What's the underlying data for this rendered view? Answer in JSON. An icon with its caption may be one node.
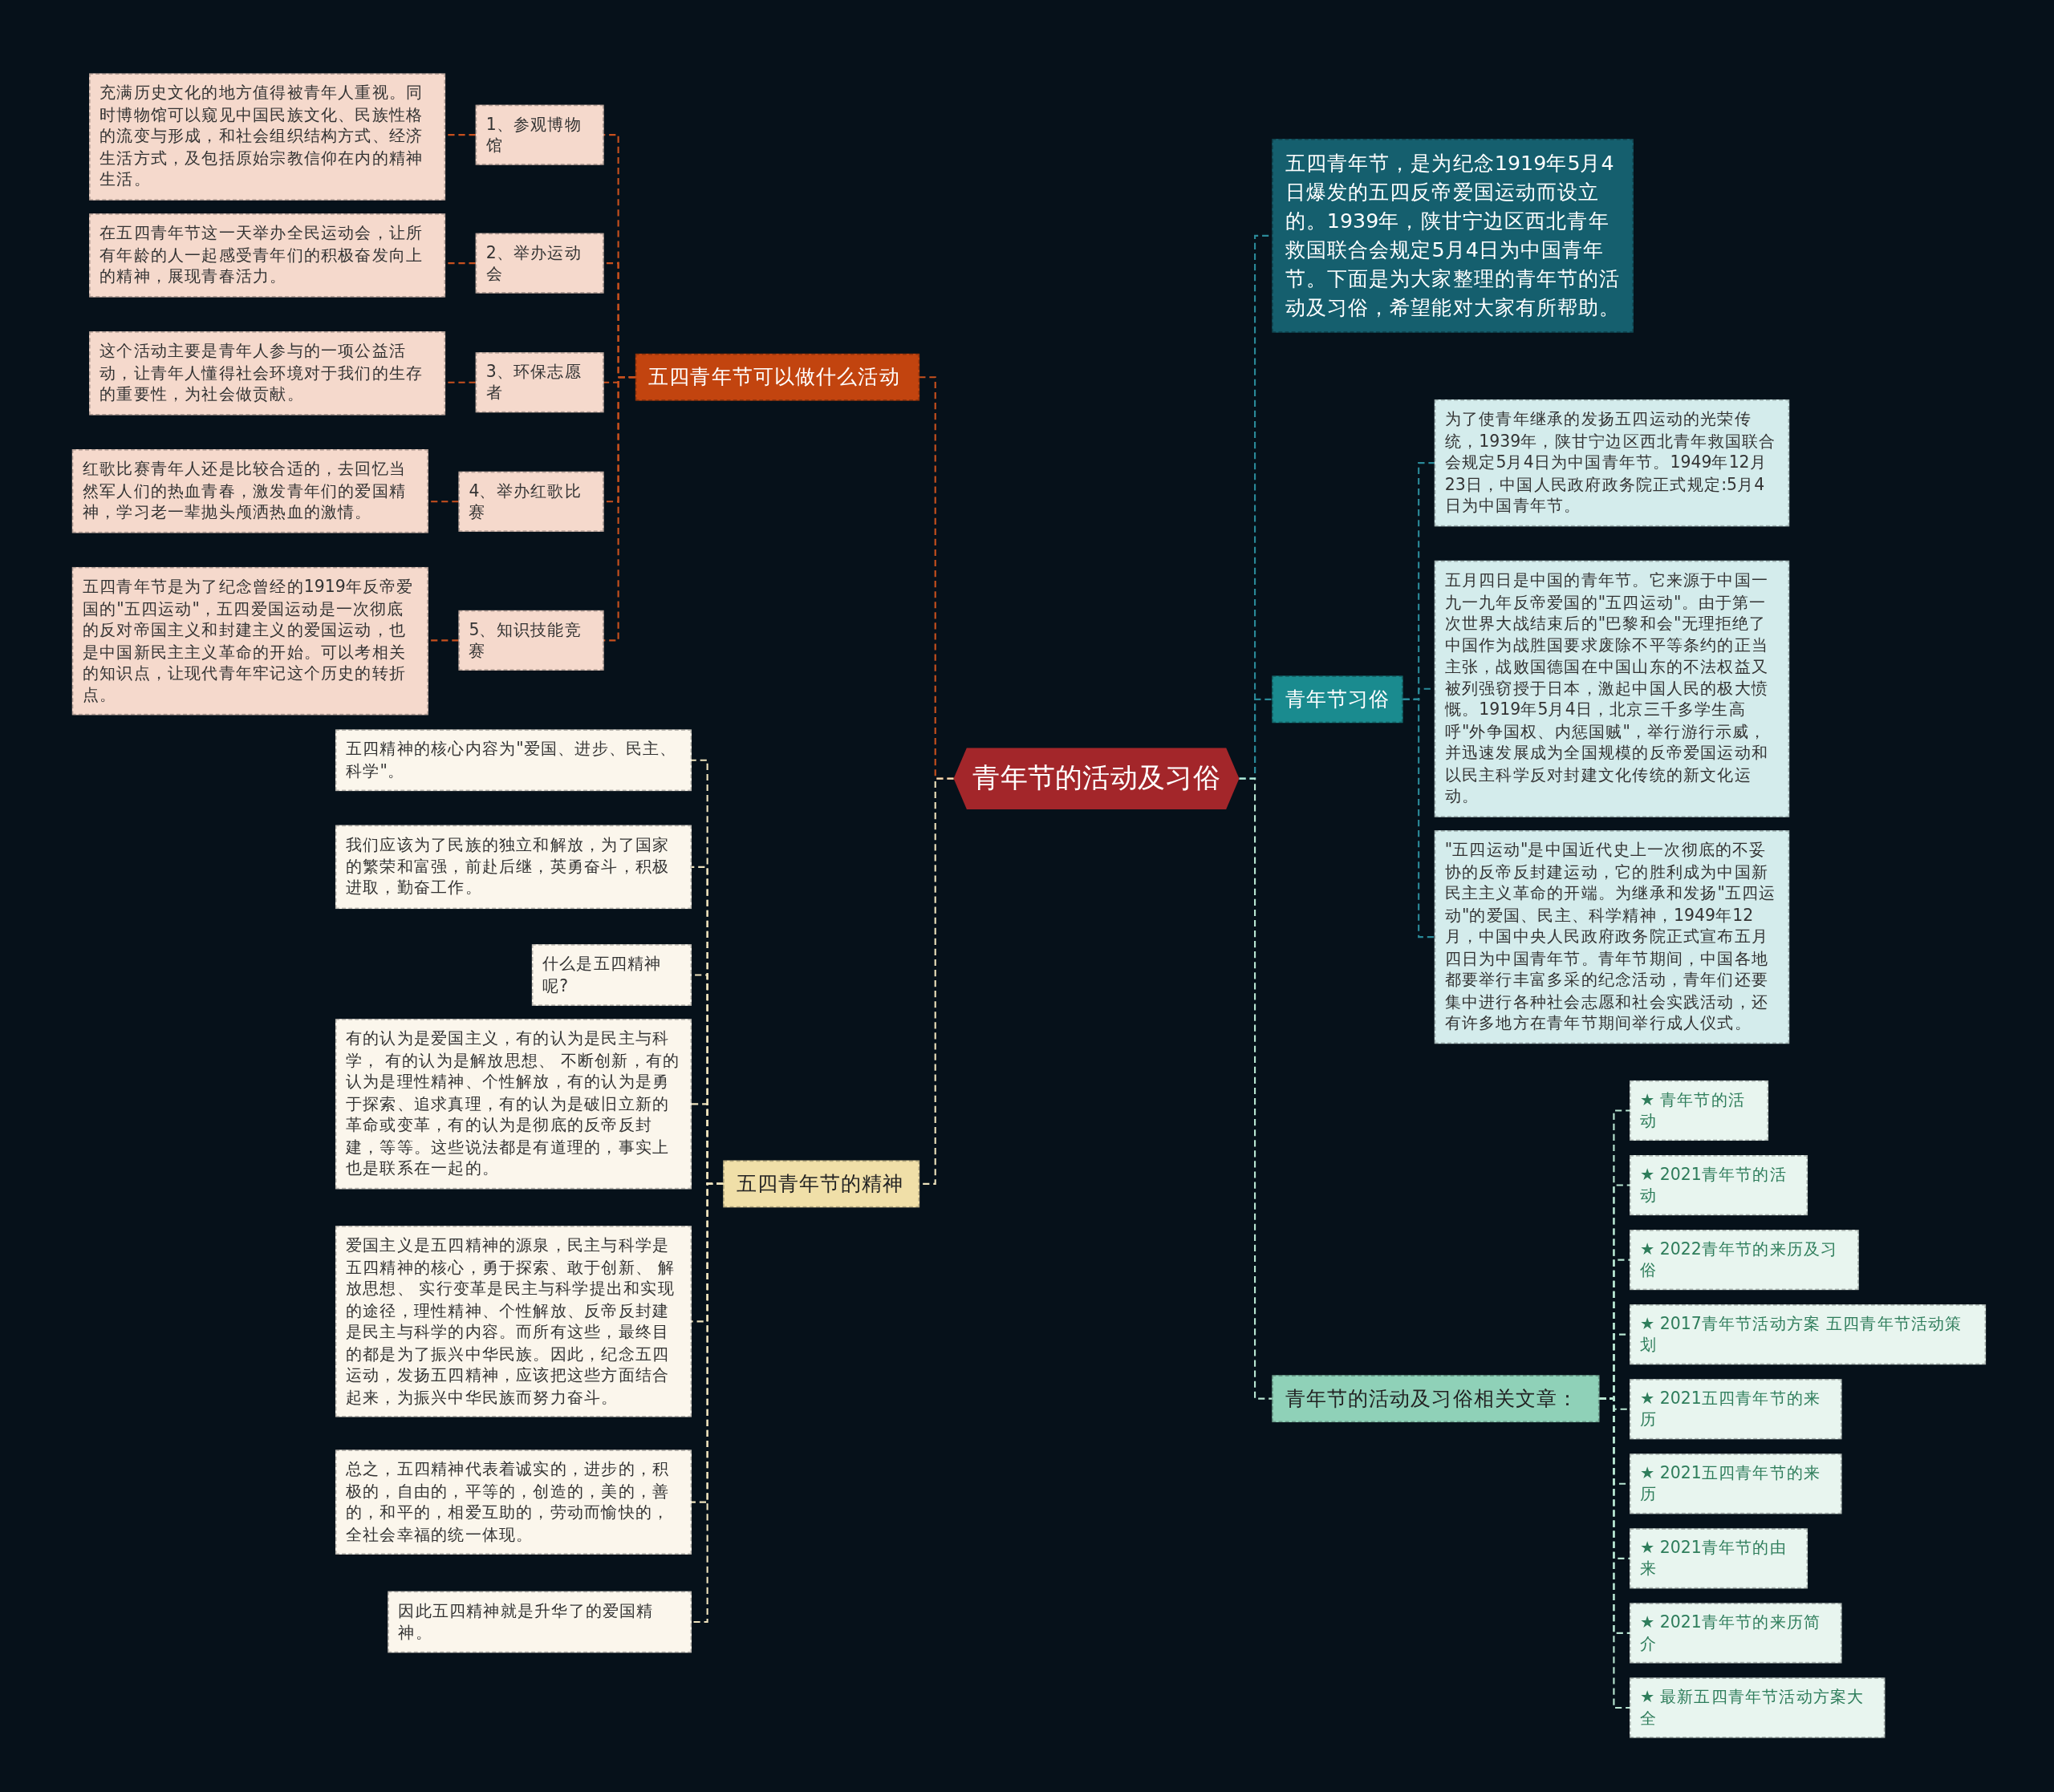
{
  "diagram": {
    "nodes": [
      {
        "text": [
          "青年节的活动及习俗"
        ]
      },
      {
        "text": [
          "五四青年节可以做什么活动"
        ]
      },
      {
        "text": [
          "1、参观博物馆"
        ]
      },
      {
        "text": [
          "充满历史文化的地方值得被青年人重视。同时博物馆可以窥见中国民族文化、民族性格的流变与形成，和社会组织结构方式、经济生活方式，及包括原始宗教信仰在内的精神生活。"
        ]
      },
      {
        "text": [
          "2、举办运动会"
        ]
      },
      {
        "text": [
          "在五四青年节这一天举办全民运动会，让所有年龄的人一起感受青年们的积极奋发向上的精神，展现青春活力。"
        ]
      },
      {
        "text": [
          "3、环保志愿者"
        ]
      },
      {
        "text": [
          "这个活动主要是青年人参与的一项公益活动，让青年人懂得社会环境对于我们的生存的重要性，为社会做贡献。"
        ]
      },
      {
        "text": [
          "4、举办红歌比赛"
        ]
      },
      {
        "text": [
          "红歌比赛青年人还是比较合适的，去回忆当然军人们的热血青春，激发青年们的爱国精神，学习老一辈抛头颅洒热血的激情。"
        ]
      },
      {
        "text": [
          "5、知识技能竞赛"
        ]
      },
      {
        "text": [
          "五四青年节是为了纪念曾经的1919年反帝爱国的\"五四运动\"，五四爱国运动是一次彻底的反对帝国主义和封建主义的爱国运动，也是中国新民主主义革命的开始。可以考相关的知识点，让现代青年牢记这个历史的转折点。"
        ]
      },
      {
        "text": [
          "五四青年节的精神"
        ]
      },
      {
        "text": [
          "五四精神的核心内容为\"爱国、进步、民主、科学\"。"
        ]
      },
      {
        "text": [
          "我们应该为了民族的独立和解放，为了国家的繁荣和富强，前赴后继，英勇奋斗，积极进取，勤奋工作。"
        ]
      },
      {
        "text": [
          "什么是五四精神呢?"
        ]
      },
      {
        "text": [
          "有的认为是爱国主义，有的认为是民主与科学， 有的认为是解放思想、 不断创新，有的认为是理性精神、个性解放，有的认为是勇于探索、追求真理，有的认为是破旧立新的革命或变革，有的认为是彻底的反帝反封建，等等。这些说法都是有道理的，事实上也是联系在一起的。"
        ]
      },
      {
        "text": [
          "爱国主义是五四精神的源泉，民主与科学是五四精神的核心，勇于探索、敢于创新、 解放思想、 实行变革是民主与科学提出和实现的途径，理性精神、个性解放、反帝反封建是民主与科学的内容。而所有这些，最终目的都是为了振兴中华民族。因此，纪念五四运动，发扬五四精神，应该把这些方面结合起来，为振兴中华民族而努力奋斗。"
        ]
      },
      {
        "text": [
          "总之，五四精神代表着诚实的，进步的，积极的，自由的，平等的，创造的，美的，善的，和平的，相爱互助的，劳动而愉快的，全社会幸福的统一体现。"
        ]
      },
      {
        "text": [
          "因此五四精神就是升华了的爱国精神。"
        ]
      },
      {
        "text": [
          "五四青年节，是为纪念1919年5月4日爆发的五四反帝爱国运动而设立的。1939年，陕甘宁边区西北青年救国联合会规定5月4日为中国青年节。下面是为大家整理的青年节的活动及习俗，希望能对大家有所帮助。"
        ]
      },
      {
        "text": [
          "青年节习俗"
        ]
      },
      {
        "text": [
          "为了使青年继承的发扬五四运动的光荣传统，1939年，陕甘宁边区西北青年救国联合会规定5月4日为中国青年节。1949年12月23日，中国人民政府政务院正式规定:5月4日为中国青年节。"
        ]
      },
      {
        "text": [
          "五月四日是中国的青年节。它来源于中国一九一九年反帝爱国的\"五四运动\"。由于第一次世界大战结束后的\"巴黎和会\"无理拒绝了中国作为战胜国要求废除不平等条约的正当主张，战败国德国在中国山东的不法权益又被列强窃授于日本，激起中国人民的极大愤慨。1919年5月4日，北京三千多学生高呼\"外争国权、内惩国贼\"，举行游行示威，并迅速发展成为全国规模的反帝爱国运动和以民主科学反对封建文化传统的新文化运动。"
        ]
      },
      {
        "text": [
          "\"五四运动\"是中国近代史上一次彻底的不妥协的反帝反封建运动，它的胜利成为中国新民主主义革命的开端。为继承和发扬\"五四运动\"的爱国、民主、科学精神，1949年12月，中国中央人民政府政务院正式宣布五月四日为中国青年节。青年节期间，中国各地都要举行丰富多采的纪念活动，青年们还要集中进行各种社会志愿和社会实践活动，还有许多地方在青年节期间举行成人仪式。"
        ]
      },
      {
        "text": [
          "青年节的活动及习俗相关文章："
        ]
      },
      {
        "text": [
          "★ 青年节的活动"
        ]
      },
      {
        "text": [
          "★ 2021青年节的活动"
        ]
      },
      {
        "text": [
          "★ 2022青年节的来历及习俗"
        ]
      },
      {
        "text": [
          "★ 2017青年节活动方案 五四青年节活动策划"
        ]
      },
      {
        "text": [
          "★ 2021五四青年节的来历"
        ]
      },
      {
        "text": [
          "★ 2021五四青年节的来历"
        ]
      },
      {
        "text": [
          "★ 2021青年节的由来"
        ]
      },
      {
        "text": [
          "★ 2021青年节的来历简介"
        ]
      },
      {
        "text": [
          "★ 最新五四青年节活动方案大全"
        ]
      }
    ],
    "edges": [
      {
        "from": 0,
        "to": 1,
        "arrow": "none",
        "color": "#c8501e"
      },
      {
        "from": 0,
        "to": 12,
        "arrow": "none",
        "color": "#efe3bd"
      },
      {
        "from": 0,
        "to": 20,
        "arrow": "none",
        "color": "#2a8a99"
      },
      {
        "from": 0,
        "to": 21,
        "arrow": "none",
        "color": "#2a8a99"
      },
      {
        "from": 0,
        "to": 25,
        "arrow": "none",
        "color": "#b8e6d2"
      },
      {
        "from": 1,
        "to": 2,
        "arrow": "none",
        "color": "#c8501e"
      },
      {
        "from": 1,
        "to": 4,
        "arrow": "none",
        "color": "#c8501e"
      },
      {
        "from": 1,
        "to": 6,
        "arrow": "none",
        "color": "#c8501e"
      },
      {
        "from": 1,
        "to": 8,
        "arrow": "none",
        "color": "#c8501e"
      },
      {
        "from": 1,
        "to": 10,
        "arrow": "none",
        "color": "#c8501e"
      },
      {
        "from": 2,
        "to": 3,
        "arrow": "none",
        "color": "#c8501e"
      },
      {
        "from": 4,
        "to": 5,
        "arrow": "none",
        "color": "#c8501e"
      },
      {
        "from": 6,
        "to": 7,
        "arrow": "none",
        "color": "#c8501e"
      },
      {
        "from": 8,
        "to": 9,
        "arrow": "none",
        "color": "#c8501e"
      },
      {
        "from": 10,
        "to": 11,
        "arrow": "none",
        "color": "#c8501e"
      },
      {
        "from": 12,
        "to": 13,
        "arrow": "none",
        "color": "#efe3bd"
      },
      {
        "from": 12,
        "to": 14,
        "arrow": "none",
        "color": "#efe3bd"
      },
      {
        "from": 12,
        "to": 15,
        "arrow": "none",
        "color": "#efe3bd"
      },
      {
        "from": 12,
        "to": 16,
        "arrow": "none",
        "color": "#efe3bd"
      },
      {
        "from": 12,
        "to": 17,
        "arrow": "none",
        "color": "#efe3bd"
      },
      {
        "from": 12,
        "to": 18,
        "arrow": "none",
        "color": "#efe3bd"
      },
      {
        "from": 12,
        "to": 19,
        "arrow": "none",
        "color": "#efe3bd"
      },
      {
        "from": 21,
        "to": 22,
        "arrow": "none",
        "color": "#2a8a99"
      },
      {
        "from": 21,
        "to": 23,
        "arrow": "none",
        "color": "#2a8a99"
      },
      {
        "from": 21,
        "to": 24,
        "arrow": "none",
        "color": "#2a8a99"
      },
      {
        "from": 25,
        "to": 26,
        "arrow": "none",
        "color": "#b8e6d2"
      },
      {
        "from": 25,
        "to": 27,
        "arrow": "none",
        "color": "#b8e6d2"
      },
      {
        "from": 25,
        "to": 28,
        "arrow": "none",
        "color": "#b8e6d2"
      },
      {
        "from": 25,
        "to": 29,
        "arrow": "none",
        "color": "#b8e6d2"
      },
      {
        "from": 25,
        "to": 30,
        "arrow": "none",
        "color": "#b8e6d2"
      },
      {
        "from": 25,
        "to": 31,
        "arrow": "none",
        "color": "#b8e6d2"
      },
      {
        "from": 25,
        "to": 32,
        "arrow": "none",
        "color": "#b8e6d2"
      },
      {
        "from": 25,
        "to": 33,
        "arrow": "none",
        "color": "#b8e6d2"
      },
      {
        "from": 25,
        "to": 34,
        "arrow": "none",
        "color": "#b8e6d2"
      }
    ]
  }
}
